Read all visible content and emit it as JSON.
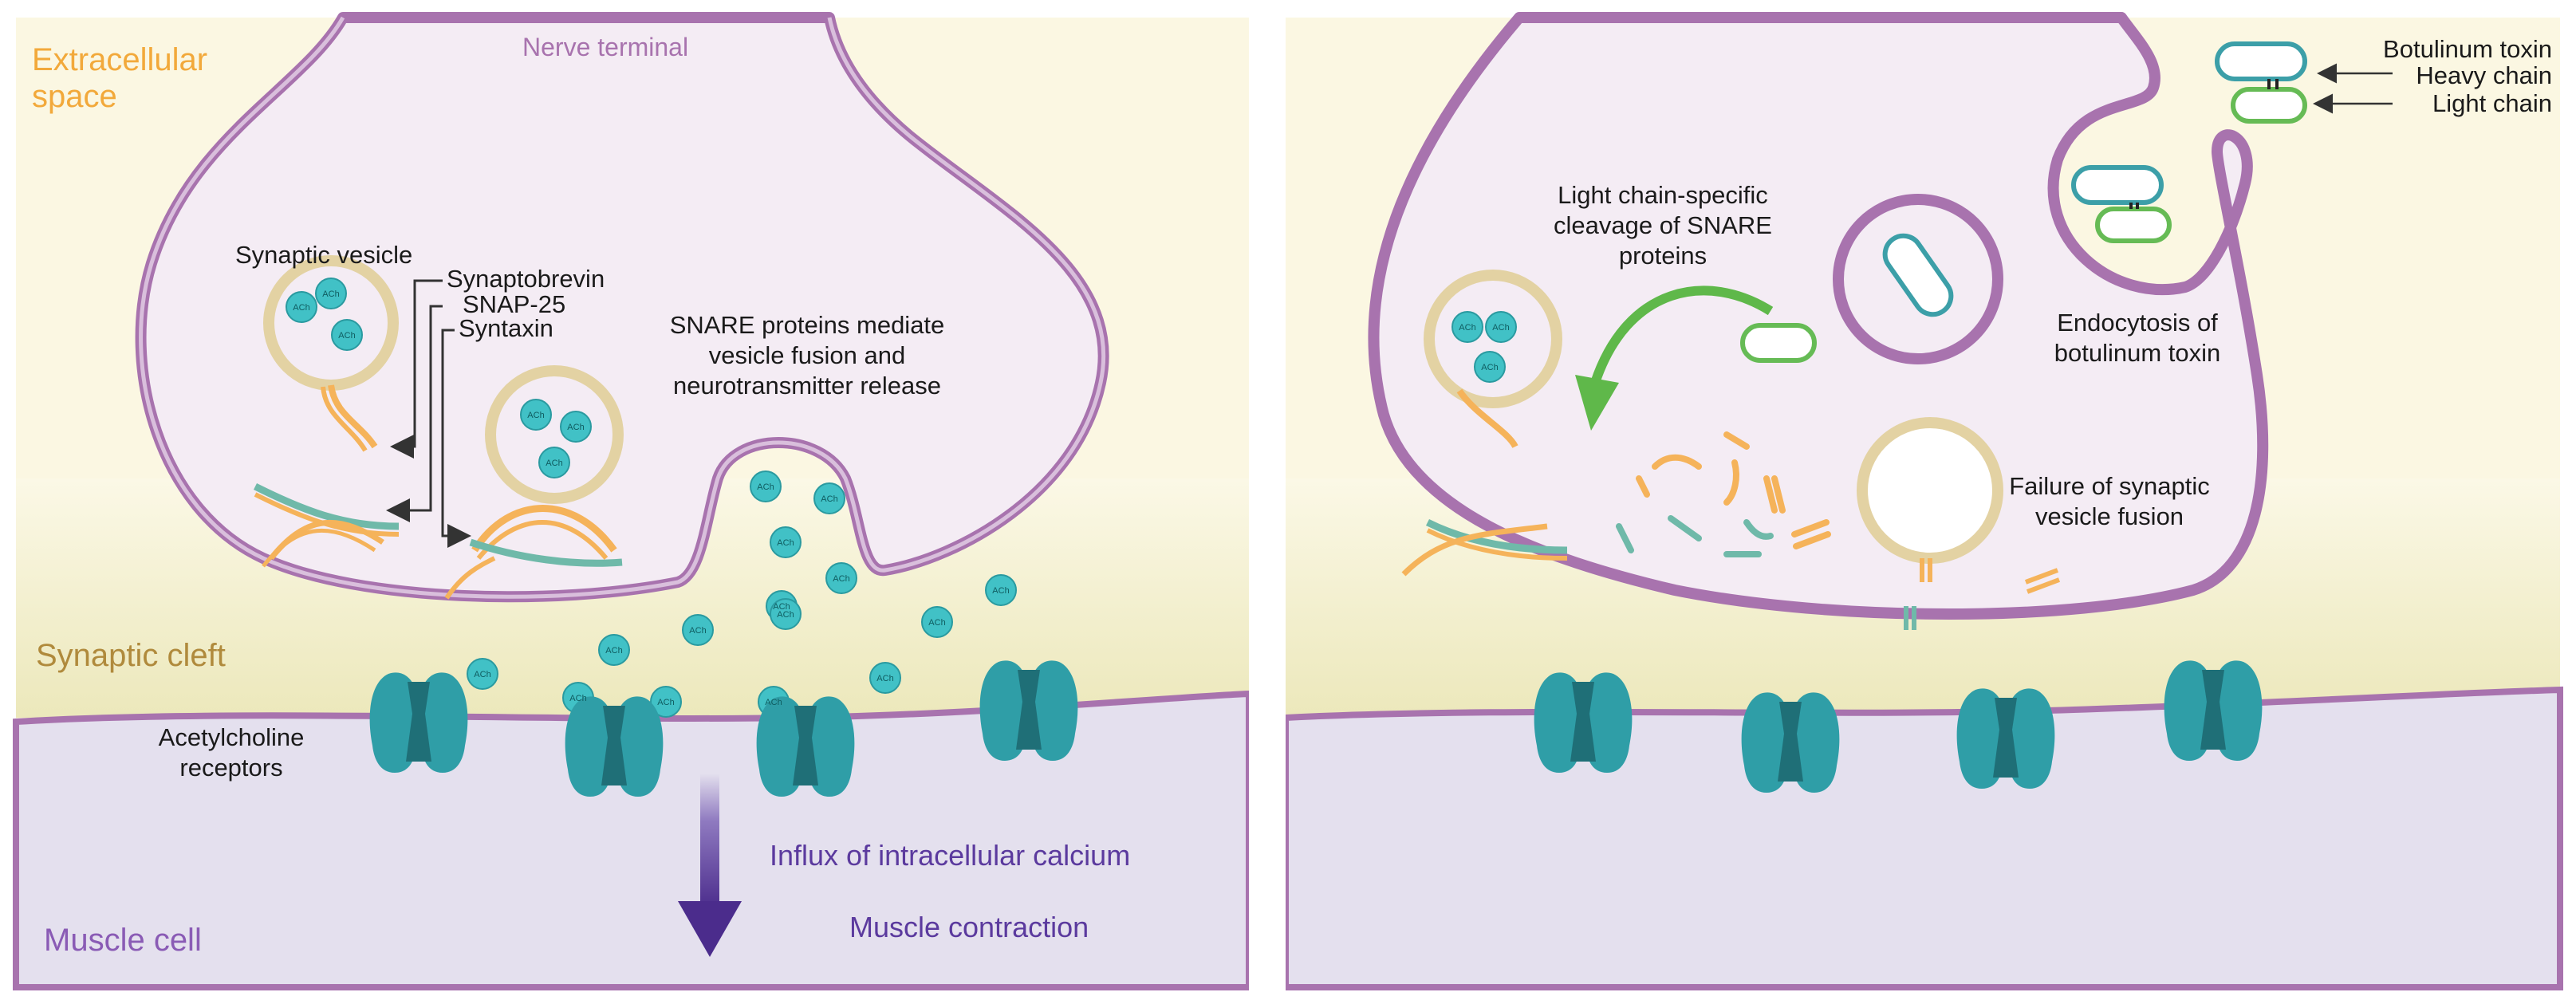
{
  "colors": {
    "extracellular": "#fbf7e2",
    "cleft": "#f2efc8",
    "terminal": "#f4ecf4",
    "membrane": "#a873ae",
    "membrane_inner": "#d9bfdc",
    "muscle": "#e4e0ee",
    "receptor": "#2f9ea7",
    "receptor_dark": "#1f6f77",
    "ach": "#41c1c6",
    "vesicle_ring": "#e3d2a3",
    "snare_orange": "#f5b35a",
    "snare_teal": "#6fb9a9",
    "toxin_heavy": "#3c9fa8",
    "toxin_light": "#66bb55",
    "arrow_purple": "#4b2c8c",
    "arrow_green": "#5fb84a",
    "zone_orange": "#f2a93b",
    "zone_brown": "#b08a3c",
    "zone_purple": "#8a5bb5",
    "text_purple": "#5b3a9e"
  },
  "left_panel": {
    "zone_extracellular": "Extracellular\nspace",
    "zone_cleft": "Synaptic cleft",
    "zone_muscle": "Muscle cell",
    "nerve_terminal": "Nerve terminal",
    "synaptic_vesicle": "Synaptic vesicle",
    "synaptobrevin": "Synaptobrevin",
    "snap25": "SNAP-25",
    "syntaxin": "Syntaxin",
    "snare_mediate": "SNARE proteins mediate\nvesicle fusion and\nneurotransmitter release",
    "ach_receptors": "Acetylcholine\nreceptors",
    "influx": "Influx of intracellular calcium",
    "contraction": "Muscle contraction",
    "ach_label": "ACh"
  },
  "right_panel": {
    "botulinum_toxin": "Botulinum toxin",
    "heavy_chain": "Heavy chain",
    "light_chain": "Light chain",
    "light_chain_cleavage": "Light chain-specific\ncleavage of SNARE\nproteins",
    "endocytosis": "Endocytosis of\nbotulinum toxin",
    "failure": "Failure of synaptic\nvesicle fusion"
  }
}
